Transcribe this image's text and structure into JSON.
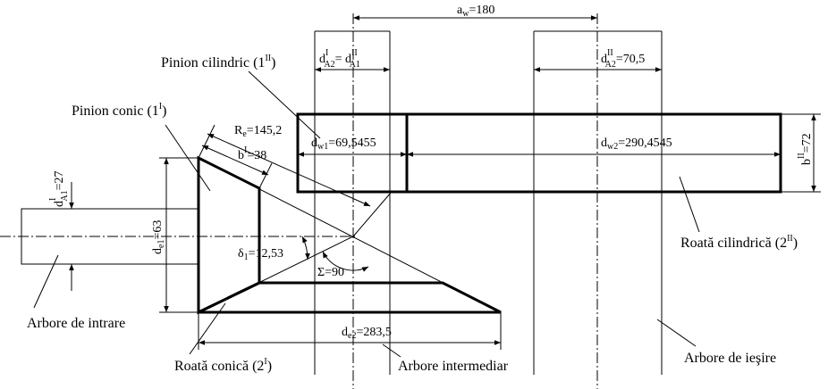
{
  "labels": {
    "pinion_cilindric": {
      "main": "Pinion cilindric (1",
      "sup": "II",
      "close": ")"
    },
    "pinion_conic": {
      "main": "Pinion conic (1",
      "sup": "I",
      "close": ")"
    },
    "roata_cilindrica": {
      "main": "Roată cilindrică (2",
      "sup": "II",
      "close": ")"
    },
    "roata_conica": {
      "main": "Roată conică (2",
      "sup": "I",
      "close": ")"
    },
    "arbore_intrare": "Arbore de intrare",
    "arbore_intermediar": "Arbore intermediar",
    "arbore_iesire": "Arbore de ieşire"
  },
  "dimensions": {
    "aw": {
      "sym": "a",
      "sub": "w",
      "val": "=180"
    },
    "dA2I_dA1II": {
      "sym": "d",
      "sup": "I",
      "sub": "A2",
      "eq": "= d",
      "sup2": "II",
      "sub2": "A1"
    },
    "dA2II": {
      "sym": "d",
      "sup": "II",
      "sub": "A2",
      "val": "=70,5"
    },
    "Re": {
      "sym": "R",
      "sub": "e",
      "val": "=145,2"
    },
    "bI": {
      "sym": "b",
      "sup": "I",
      "val": "=38"
    },
    "dw1": {
      "sym": "d",
      "sub": "w1",
      "val": "=69,5455"
    },
    "dw2": {
      "sym": "d",
      "sub": "w2",
      "val": "=290,4545"
    },
    "bII": {
      "sym": "b",
      "sup": "II",
      "val": "=72"
    },
    "dA1I": {
      "sym": "d",
      "sup": "I",
      "sub": "A1",
      "val": "=27"
    },
    "de1": {
      "sym": "d",
      "sub": "e1",
      "val": "=63"
    },
    "delta1": {
      "sym": "δ",
      "sub": "1",
      "val": "=12,53"
    },
    "sigma": {
      "sym": "Σ",
      "val": "=90"
    },
    "de2": {
      "sym": "d",
      "sub": "e2",
      "val": "=283,5"
    }
  }
}
